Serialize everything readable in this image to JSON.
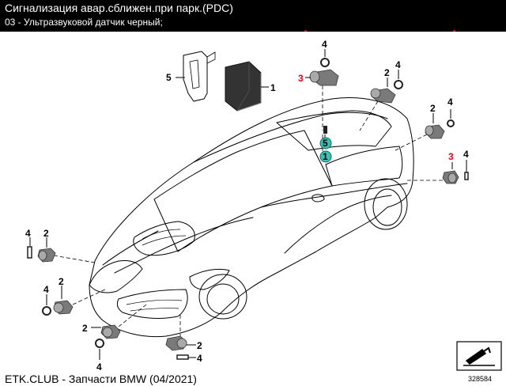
{
  "header": {
    "title": "Сигнализация авар.сближен.при парк.(PDC)",
    "subtitle": "03 - Ультразвуковой датчик черный;"
  },
  "diagram": {
    "callouts": {
      "n1": "1",
      "n2": "2",
      "n3": "3",
      "n4": "4",
      "n5": "5"
    },
    "colors": {
      "highlight": "#e0001b",
      "marker_fill": "#3fbfb0",
      "marker_stroke": "#0e6e66"
    }
  },
  "footer": {
    "source": "ETK.CLUB - Запчасти BMW (04/2021)",
    "code": "328584"
  }
}
